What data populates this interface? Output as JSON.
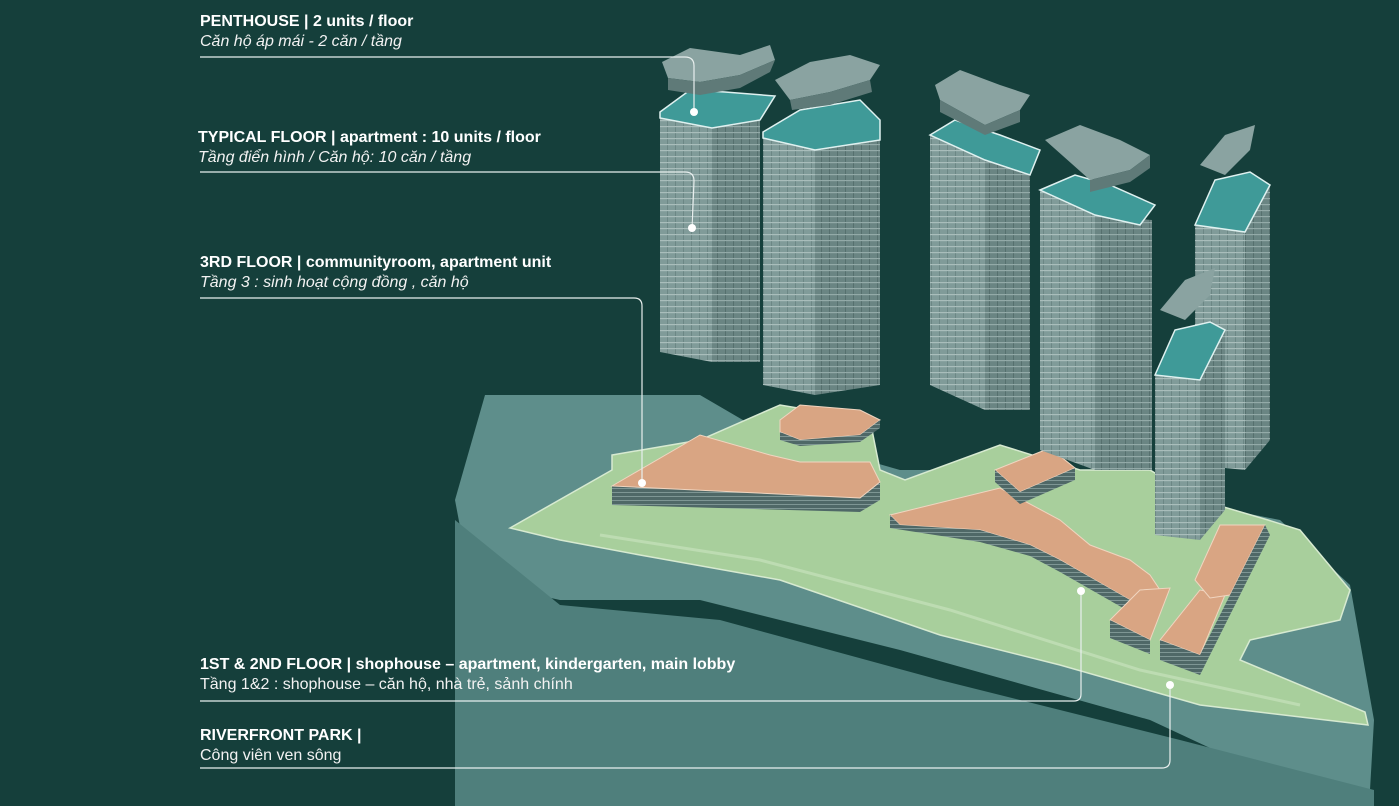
{
  "labels": [
    {
      "title": "PENTHOUSE | 2 units / floor",
      "subtitle": "Căn hộ áp mái - 2 căn / tầng"
    },
    {
      "title": "TYPICAL FLOOR | apartment : 10 units / floor",
      "subtitle": "Tầng điển hình / Căn hộ: 10 căn / tầng"
    },
    {
      "title": "3RD FLOOR | communityroom, apartment unit",
      "subtitle": "Tầng 3 : sinh hoạt cộng đồng , căn hộ"
    },
    {
      "title": "1ST & 2ND FLOOR | shophouse – apartment, kindergarten, main lobby",
      "subtitle": "Tầng 1&2 : shophouse – căn hộ, nhà trẻ, sảnh chính"
    },
    {
      "title": "RIVERFRONT PARK |",
      "subtitle": "Công viên ven sông"
    }
  ],
  "colors": {
    "background": "#153f3b",
    "tower": "#7f9a98",
    "tower_dark": "#5f7a78",
    "penthouse_floor": "#3f9a98",
    "podium_roof": "#d9a583",
    "park": "#a8cf9c",
    "river": "#5f8f8c",
    "leader_line": "#e8efee"
  }
}
